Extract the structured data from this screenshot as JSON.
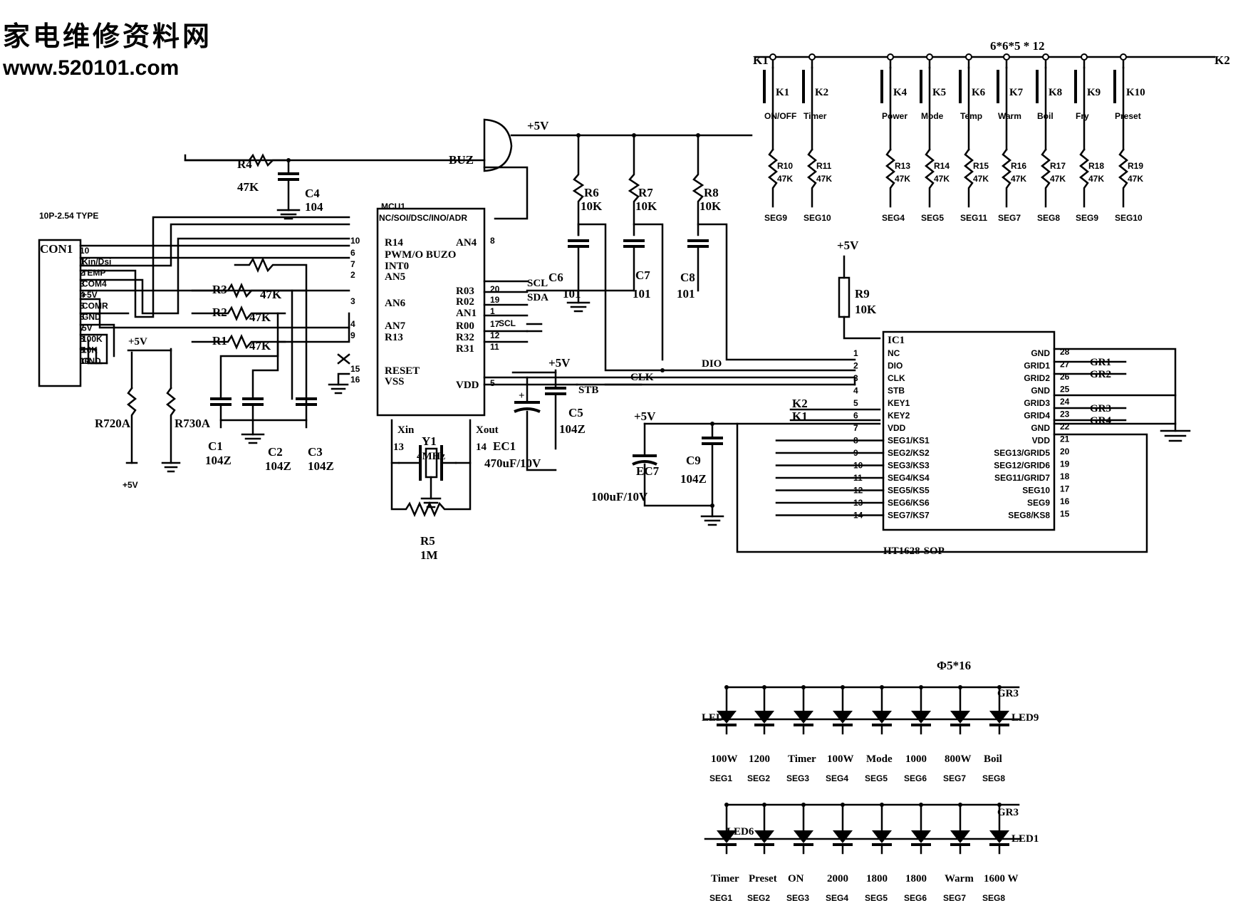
{
  "watermark": {
    "title": "家电维修资料网",
    "url": "www.520101.com"
  },
  "connector": {
    "label": "CON1",
    "note": "10P-2.54 TYPE",
    "pins": [
      "10",
      "1",
      "2",
      "3",
      "4",
      "5",
      "6",
      "7",
      "8",
      "9",
      "10"
    ],
    "signals": [
      "",
      "Kin/Dsi",
      "TEMP",
      "COM4",
      "+5V",
      "COMR",
      "GND",
      "5V",
      "100K",
      "10K",
      "GND"
    ]
  },
  "mcu": {
    "ref": "MCU1",
    "top_pins": "NC/SOI/DSC/INO/ADR",
    "pins_left": [
      "R14",
      "PWM/O BUZO",
      "INT0",
      "AN5",
      "AN6",
      "AN7",
      "R13",
      "RESET",
      "VSS"
    ],
    "pins_right": [
      "AN4",
      "R03",
      "R02",
      "AN1",
      "R00",
      "R32",
      "R31",
      "VDD"
    ],
    "pin_nums_left": [
      "10",
      "6",
      "7",
      "2",
      "3",
      "4",
      "9",
      "15",
      "16"
    ],
    "pin_nums_right": [
      "8",
      "20",
      "19",
      "1",
      "17",
      "12",
      "11",
      "5"
    ],
    "xin": "Xin",
    "xout": "Xout",
    "xin_pin": "13",
    "xout_pin": "14"
  },
  "ht1621": {
    "ref": "IC1",
    "name": "HT1628-SOP",
    "pins_left": [
      "NC",
      "DIO",
      "CLK",
      "STB",
      "KEY1",
      "KEY2",
      "VDD",
      "SEG1/KS1",
      "SEG2/KS2",
      "SEG3/KS3",
      "SEG4/KS4",
      "SEG5/KS5",
      "SEG6/KS6",
      "SEG7/KS7"
    ],
    "pin_nums_left": [
      "1",
      "2",
      "3",
      "4",
      "5",
      "6",
      "7",
      "8",
      "9",
      "10",
      "11",
      "12",
      "13",
      "14"
    ],
    "pins_right": [
      "GND",
      "GRID1",
      "GRID2",
      "GND",
      "GRID3",
      "GRID4",
      "GND",
      "VDD",
      "SEG13/GRID5",
      "SEG12/GRID6",
      "SEG11/GRID7",
      "SEG10",
      "SEG9",
      "SEG8/KS8"
    ],
    "pin_nums_right": [
      "28",
      "27",
      "26",
      "25",
      "24",
      "23",
      "22",
      "21",
      "20",
      "19",
      "18",
      "17",
      "16",
      "15"
    ]
  },
  "components": {
    "R4": "R4",
    "R4v": "47K",
    "C4": "C4",
    "C4v": "104",
    "BUZ": "BUZ",
    "V5": "+5V",
    "R6": "R6",
    "R6v": "10K",
    "R7": "R7",
    "R7v": "10K",
    "R8": "R8",
    "R8v": "10K",
    "C6": "C6",
    "C6v": "101",
    "C7": "C7",
    "C7v": "101",
    "C8": "C8",
    "C8v": "101",
    "R3": "R3",
    "R3v": "47K",
    "R2": "R2",
    "R2v": "47K",
    "R1": "R1",
    "R1v": "47K",
    "C1": "C1",
    "C1v": "104Z",
    "C2": "C2",
    "C2v": "104Z",
    "C3": "C3",
    "C3v": "104Z",
    "R720A": "R720A",
    "R730A": "R730A",
    "Y1": "Y1",
    "Y1v": "4MHz",
    "R5": "R5",
    "R5v": "1M",
    "EC1": "EC1",
    "EC1v": "470uF/10V",
    "C5": "C5",
    "C5v": "104Z",
    "R9": "R9",
    "R9v": "10K",
    "EC7": "EC7",
    "EC7v": "100uF/10V",
    "C9": "C9",
    "C9v": "104Z",
    "scl": "SCL",
    "sda": "SDA",
    "clk": "CLK",
    "dio": "DIO",
    "stb": "STB",
    "k1": "K1",
    "k2": "K2"
  },
  "keypad": {
    "header": "6*6*5 * 12",
    "keys": [
      "K1",
      "K2",
      "K4",
      "K5",
      "K6",
      "K7",
      "K8",
      "K9",
      "K10"
    ],
    "resistors": [
      "R10",
      "R11",
      "R13",
      "R14",
      "R15",
      "R16",
      "R17",
      "R18",
      "R19"
    ],
    "res_value": "47K",
    "segs": [
      "SEG9",
      "SEG10",
      "SEG4",
      "SEG5",
      "SEG11",
      "SEG7",
      "SEG8",
      "SEG9",
      "SEG10"
    ],
    "functions": [
      "ON/OFF",
      "Timer",
      "Power",
      "Mode",
      "Temp",
      "Warm",
      "Boil",
      "Fry",
      "Preset"
    ]
  },
  "led1": {
    "header": "Φ5*16",
    "grid": "GR3",
    "label_left": "LED9",
    "label_right": "LED9",
    "values": [
      "100W",
      "1200",
      "Timer",
      "100W",
      "Mode",
      "1000",
      "800W",
      "Boil"
    ],
    "segs": [
      "SEG1",
      "SEG2",
      "SEG3",
      "SEG4",
      "SEG5",
      "SEG6",
      "SEG7",
      "SEG8"
    ]
  },
  "led2": {
    "grid": "GR3",
    "label_left": "LED6",
    "label_right": "LED1",
    "values": [
      "Timer",
      "Preset",
      "ON",
      "2000",
      "1800",
      "1800",
      "Warm",
      "1600 W"
    ],
    "segs": [
      "SEG1",
      "SEG2",
      "SEG3",
      "SEG4",
      "SEG5",
      "SEG6",
      "SEG7",
      "SEG8"
    ]
  }
}
